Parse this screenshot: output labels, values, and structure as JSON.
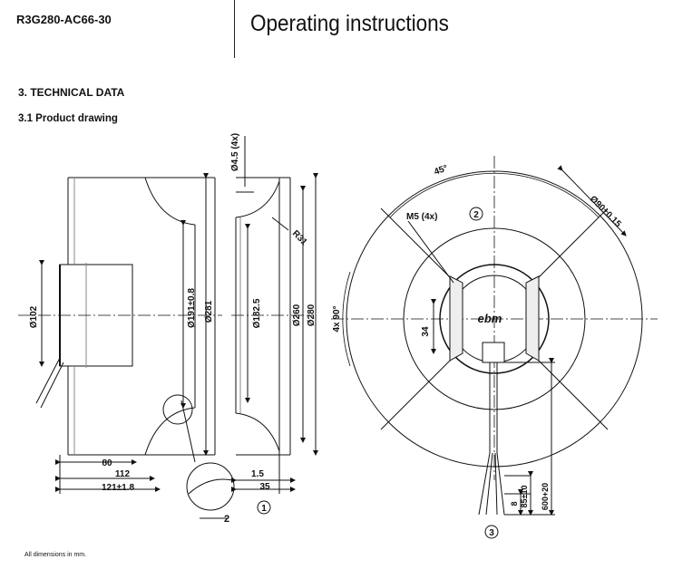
{
  "header": {
    "model": "R3G280-AC66-30",
    "title": "Operating instructions"
  },
  "section": {
    "heading": "3. TECHNICAL DATA",
    "subheading": "3.1 Product drawing"
  },
  "dimensions": {
    "side": {
      "d102": "Ø102",
      "d191": "Ø191±0.8",
      "d281": "Ø281",
      "len80": "80",
      "len112": "112",
      "len121": "121±1.8",
      "detail2": "2"
    },
    "section_view": {
      "hole": "Ø4.5 (4x)",
      "r31": "R31",
      "d182": "Ø182.5",
      "d260": "Ø260",
      "d280": "Ø280",
      "w15": "1.5",
      "w35": "35",
      "marker": "1"
    },
    "front": {
      "angle45": "45°",
      "m5": "M5 (4x)",
      "marker2": "2",
      "d90": "Ø90±0.15",
      "angle90": "4x 90°",
      "d34": "34",
      "logo": "ebm",
      "l8": "8",
      "l85": "85±10",
      "l600": "600+20",
      "marker3": "3"
    }
  },
  "footer": {
    "note": "All dimensions in mm."
  }
}
